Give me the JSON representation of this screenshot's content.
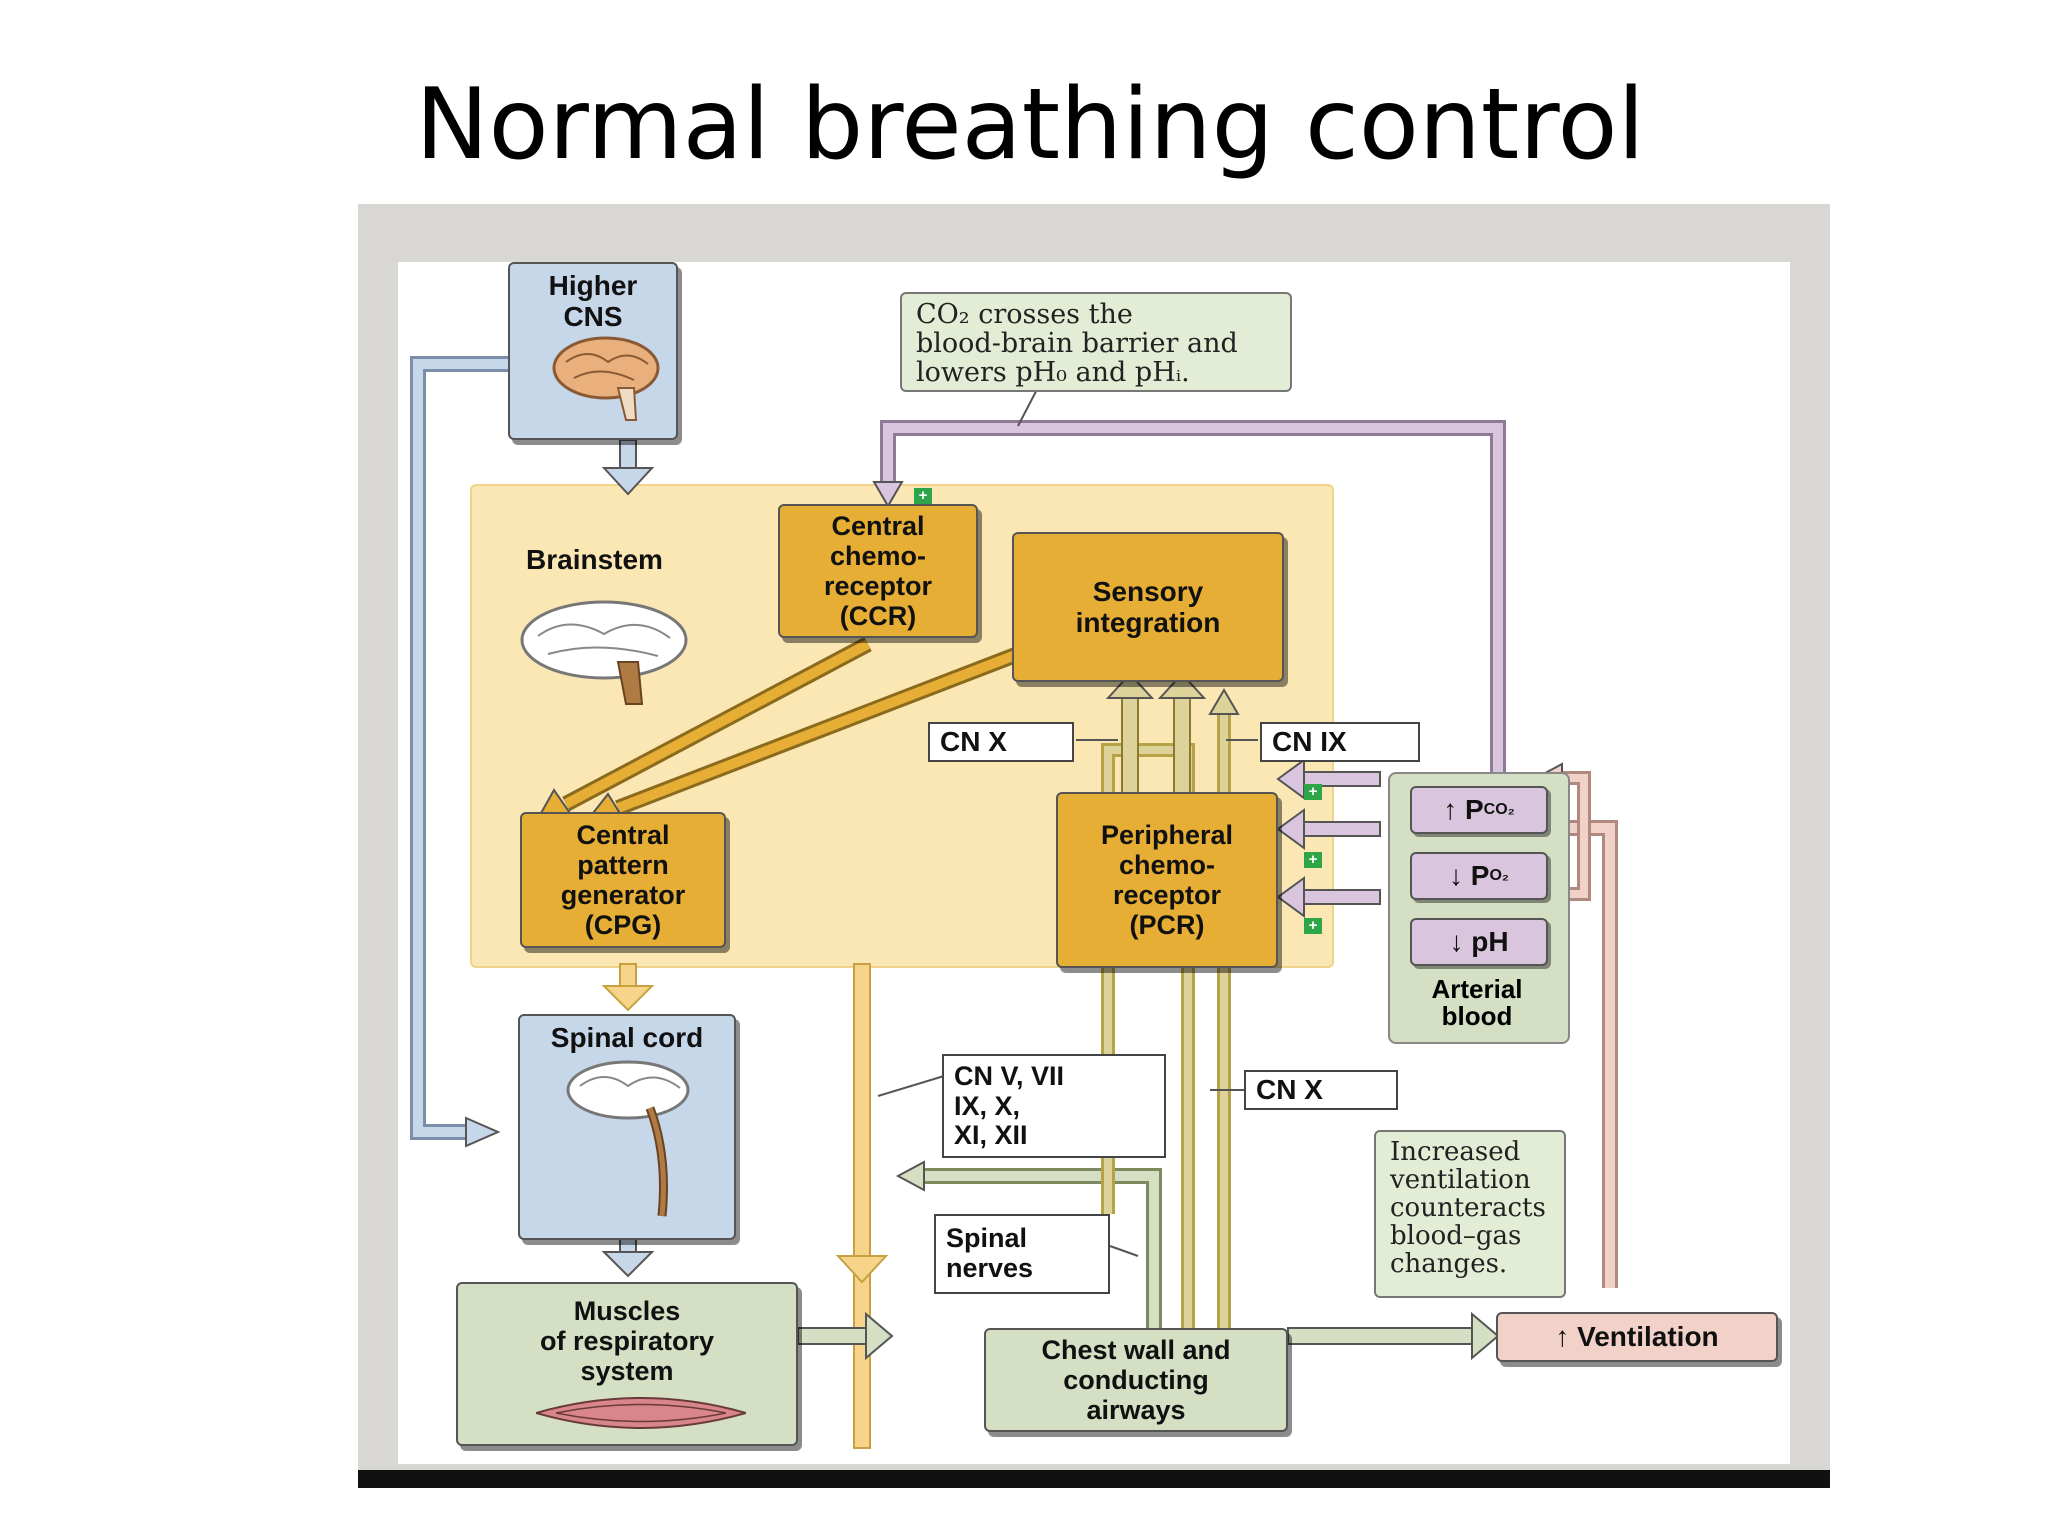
{
  "title": "Normal breathing control",
  "nodes": {
    "higher_cns": "Higher\nCNS",
    "brainstem": "Brainstem",
    "ccr": "Central\nchemo-\nreceptor\n(CCR)",
    "sensory": "Sensory\nintegration",
    "cpg": "Central\npattern\ngenerator\n(CPG)",
    "pcr": "Peripheral\nchemo-\nreceptor\n(PCR)",
    "spinal_cord": "Spinal cord",
    "muscles": "Muscles\nof respiratory\nsystem",
    "chest_wall": "Chest wall and\nconducting\nairways",
    "ventilation": "↑ Ventilation",
    "pco2": "↑ P",
    "pco2_sub": "CO₂",
    "po2": "↓ P",
    "po2_sub": "O₂",
    "ph": "↓  pH",
    "arterial_blood": "Arterial\nblood"
  },
  "labels": {
    "cn_x_top": "CN X",
    "cn_ix": "CN IX",
    "cn_multi": "CN V, VII\nIX, X,\nXI, XII",
    "cn_x_mid": "CN X",
    "spinal_nerves": "Spinal\nnerves"
  },
  "notes": {
    "co2_note": "CO₂ crosses the\nblood-brain barrier and\nlowers pH₀ and pHᵢ.",
    "ventilation_note": "Increased\nventilation\ncounteracts\nblood–gas\nchanges."
  },
  "colors": {
    "blue": "#c7d7ea",
    "gold": "#e6ae35",
    "brainstem_bg": "#fbe7b4",
    "green": "#d5dfc4",
    "lilac": "#d9c5dd",
    "pink": "#f2d2c8"
  }
}
